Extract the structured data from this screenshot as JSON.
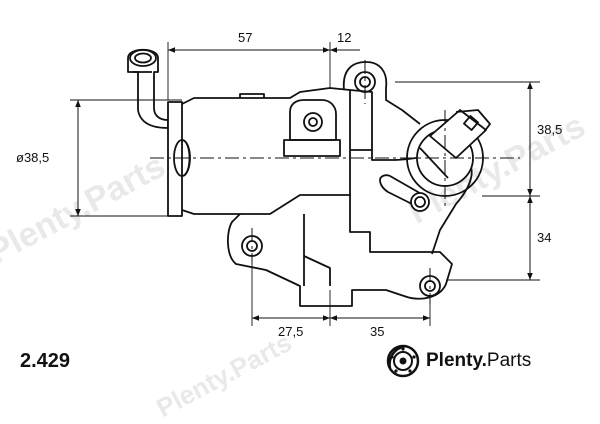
{
  "diagram": {
    "part_number": "2.429",
    "dimensions": {
      "top_width": "57",
      "top_offset": "12",
      "left_diameter": "ø38,5",
      "right_upper": "38,5",
      "right_lower": "34",
      "bottom_left": "27,5",
      "bottom_right": "35"
    },
    "brand": {
      "name": "Plenty",
      "dot": ".",
      "suffix": "Parts",
      "logo_icon": "brake-disc-icon"
    },
    "watermark_text": "Plenty.Parts",
    "line_color": "#111111",
    "watermark_color": "#e6e6e6"
  }
}
